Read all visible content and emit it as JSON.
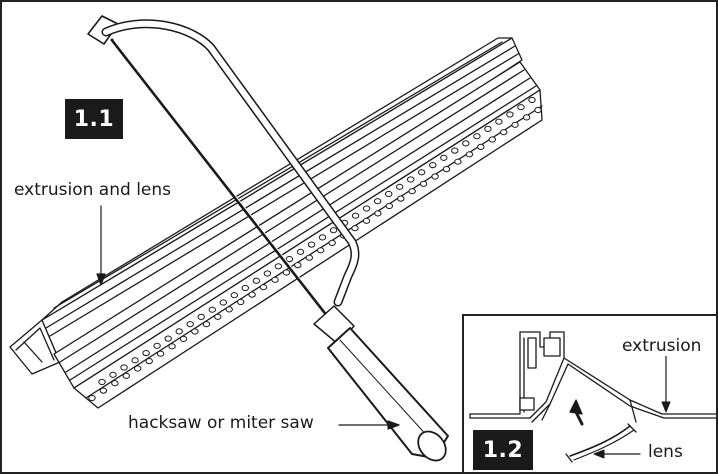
{
  "figure": {
    "step_main": "1.1",
    "step_inset": "1.2",
    "labels": {
      "extrusion_and_lens": "extrusion and lens",
      "saw": "hacksaw or miter saw",
      "extrusion": "extrusion",
      "lens": "lens"
    }
  },
  "colors": {
    "ink": "#1a1a1a",
    "badge_bg": "#1a1a1a",
    "badge_text": "#ffffff"
  }
}
